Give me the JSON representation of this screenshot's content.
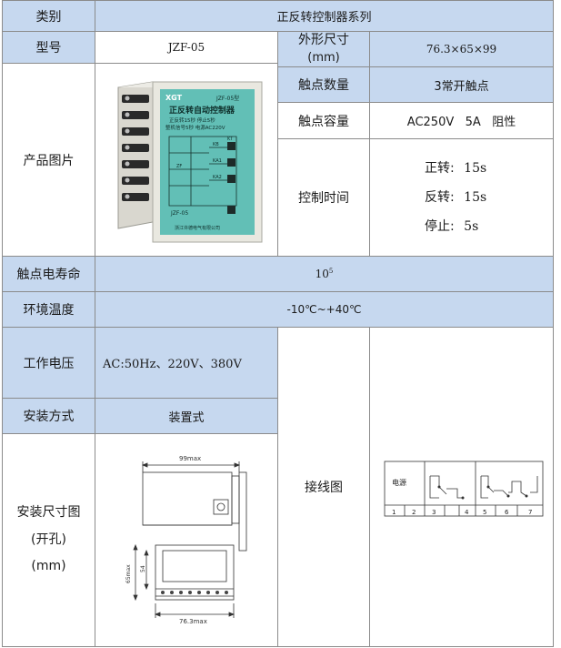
{
  "header": {
    "category_label": "类别",
    "category_value": "正反转控制器系列"
  },
  "rows": {
    "model": {
      "label": "型号",
      "value": "JZF-05"
    },
    "dimensions": {
      "label_line1": "外形尺寸",
      "label_line2": "(mm)",
      "value": "76.3×65×99"
    },
    "product_image": {
      "label": "产品图片"
    },
    "contact_count": {
      "label": "触点数量",
      "value": "3常开触点"
    },
    "contact_capacity": {
      "label": "触点容量",
      "value": "AC250V   5A   阻性"
    },
    "control_time": {
      "label": "控制时间",
      "forward_label": "正转:",
      "forward_value": "15s",
      "reverse_label": "反转:",
      "reverse_value": "15s",
      "stop_label": "停止:",
      "stop_value": "5s"
    },
    "contact_life": {
      "label": "触点电寿命",
      "value_base": "10",
      "value_exp": "5"
    },
    "ambient_temp": {
      "label": "环境温度",
      "value": "-10℃~+40℃"
    },
    "working_voltage": {
      "label": "工作电压",
      "value": "AC:50Hz、220V、380V"
    },
    "installation": {
      "label": "安装方式",
      "value": "装置式"
    },
    "install_size": {
      "label_line1": "安装尺寸图",
      "label_line2": "(开孔)",
      "label_line3": "(mm)"
    },
    "wiring": {
      "label": "接线图"
    }
  },
  "product_photo": {
    "brand": "XGT",
    "model_tag": "JZF-05型",
    "title": "正反转自动控制器",
    "spec_line1": "正反转15秒  停止5秒",
    "spec_line2": "整机信号5秒  电源AC220V",
    "model_bottom": "JZF-05",
    "maker": "浙江许德电气有限公司",
    "label_kt": "KT",
    "label_ka1": "KA1",
    "label_ka2": "KA2",
    "label_kb": "KB",
    "label_zf": "ZF"
  },
  "dimension_drawing": {
    "top_dim": "99max",
    "side_dim_outer": "65max",
    "side_dim_inner": "54",
    "bottom_dim": "76.3max"
  },
  "wiring_diagram": {
    "power_label": "电源",
    "terminals": [
      "1",
      "2",
      "3",
      "4",
      "5",
      "6",
      "7"
    ]
  },
  "colors": {
    "label_bg": "#c6d8ef",
    "border": "#8b8b8b",
    "photo_panel": "#62bfb6"
  }
}
